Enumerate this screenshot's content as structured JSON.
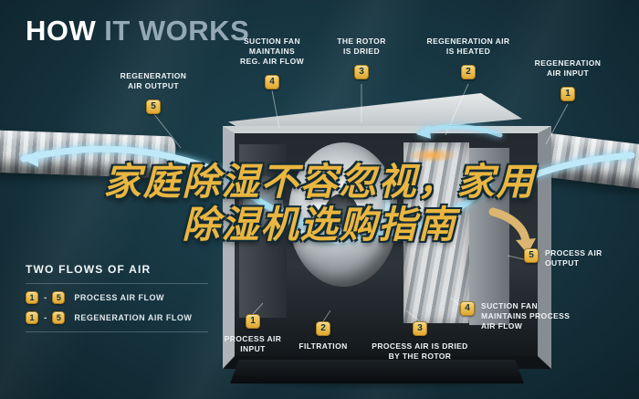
{
  "colors": {
    "background": "#16343f",
    "accent_gold": "#e9b949",
    "accent_blue": "#9fdcf2"
  },
  "title": {
    "bold": "HOW",
    "light": "IT WORKS"
  },
  "headline": {
    "line1": "家庭除湿不容忽视，家用",
    "line2": "除湿机选购指南"
  },
  "callouts": {
    "regen_output": {
      "num": "5",
      "label": "REGENERATION\nAIR OUTPUT"
    },
    "suction_reg": {
      "num": "4",
      "label": "SUCTION FAN\nMAINTAINS\nREG. AIR FLOW"
    },
    "rotor_dried": {
      "num": "3",
      "label": "THE ROTOR\nIS DRIED"
    },
    "regen_heated": {
      "num": "2",
      "label": "REGENERATION AIR\nIS HEATED"
    },
    "regen_input": {
      "num": "1",
      "label": "REGENERATION\nAIR INPUT"
    },
    "process_output": {
      "num": "5",
      "label": "PROCESS AIR\nOUTPUT"
    },
    "suction_process": {
      "num": "4",
      "label": "SUCTION FAN\nMAINTAINS PROCESS\nAIR FLOW"
    },
    "process_input": {
      "num": "1",
      "label": "PROCESS AIR\nINPUT"
    },
    "filtration": {
      "num": "2",
      "label": "FILTRATION"
    },
    "process_dried": {
      "num": "3",
      "label": "PROCESS AIR IS DRIED\nBY THE ROTOR"
    }
  },
  "legend": {
    "title": "TWO FLOWS OF AIR",
    "dash": "-",
    "rows": [
      {
        "start": "1",
        "end": "5",
        "label": "PROCESS AIR FLOW"
      },
      {
        "start": "1",
        "end": "5",
        "label": "REGENERATION AIR FLOW"
      }
    ]
  }
}
